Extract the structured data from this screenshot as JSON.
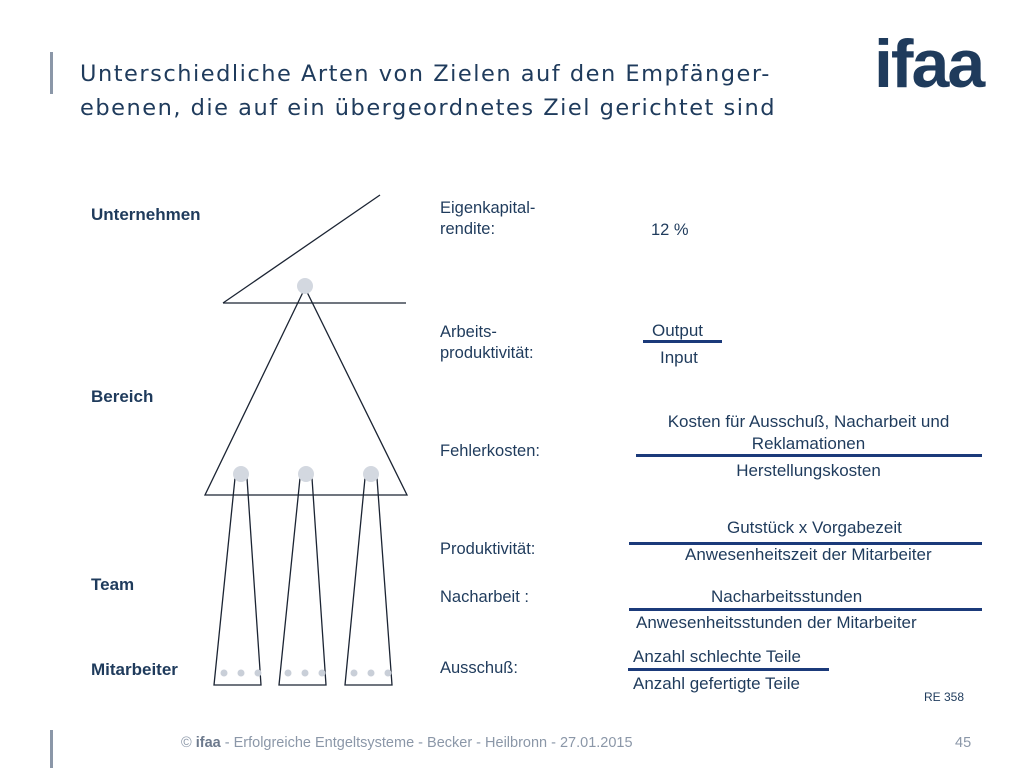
{
  "title": {
    "line1": "Unterschiedliche Arten von Zielen auf den Empfänger-",
    "line2": "ebenen, die auf ein übergeordnetes Ziel gerichtet sind"
  },
  "logo": "ifaa",
  "levels": {
    "unternehmen": "Unternehmen",
    "bereich": "Bereich",
    "team": "Team",
    "mitarbeiter": "Mitarbeiter"
  },
  "kpis": {
    "eigenkapital": {
      "label_line1": "Eigenkapital-",
      "label_line2": "rendite:",
      "value": "12 %"
    },
    "arbeitsproduktivitaet": {
      "label_line1": "Arbeits-",
      "label_line2": "produktivität:",
      "numerator": "Output",
      "denominator": "Input"
    },
    "fehlerkosten": {
      "label": "Fehlerkosten:",
      "numerator_line1": "Kosten für Ausschuß, Nacharbeit und",
      "numerator_line2": "Reklamationen",
      "denominator": "Herstellungskosten"
    },
    "produktivitaet": {
      "label": "Produktivität:",
      "numerator": "Gutstück x Vorgabezeit",
      "denominator": "Anwesenheitszeit der Mitarbeiter"
    },
    "nacharbeit": {
      "label": "Nacharbeit :",
      "numerator": "Nacharbeitsstunden",
      "denominator": "Anwesenheitsstunden der Mitarbeiter"
    },
    "ausschuss": {
      "label": "Ausschuß:",
      "numerator": "Anzahl schlechte Teile",
      "denominator": "Anzahl gefertigte Teile"
    }
  },
  "reference": "RE 358",
  "footer": {
    "copyright": "© ",
    "brand": "ifaa",
    "text": " - Erfolgreiche Entgeltsysteme - Becker - Heilbronn - 27.01.2015",
    "page_number": "45"
  },
  "colors": {
    "text": "#1f3b5c",
    "fraction_line": "#1b3a7a",
    "accent_gray": "#8b97a8",
    "node": "#d3d8e0"
  }
}
